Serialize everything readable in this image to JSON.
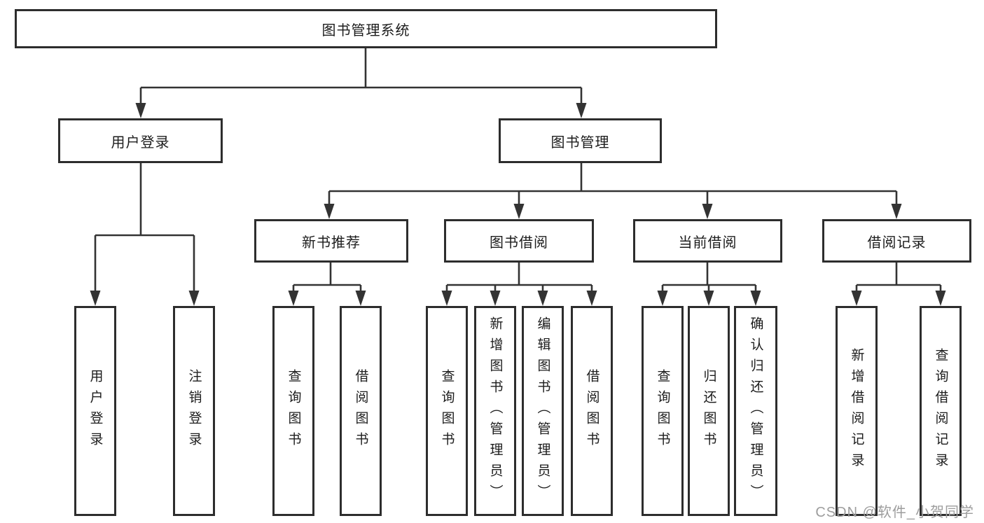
{
  "diagram_title": "图书管理系统",
  "colors": {
    "line": "#333333",
    "box_border": "#2d2d2d",
    "text": "#1c1c1c",
    "watermark": "#9d9d9d",
    "background": "#ffffff"
  },
  "tree": {
    "label": "图书管理系统",
    "children": [
      {
        "label": "用户登录",
        "children": [
          {
            "label": "用户登录"
          },
          {
            "label": "注销登录"
          }
        ]
      },
      {
        "label": "图书管理",
        "children": [
          {
            "label": "新书推荐",
            "children": [
              {
                "label": "查询图书"
              },
              {
                "label": "借阅图书"
              }
            ]
          },
          {
            "label": "图书借阅",
            "children": [
              {
                "label": "查询图书"
              },
              {
                "label": "新增图书（管理员）"
              },
              {
                "label": "编辑图书（管理员）"
              },
              {
                "label": "借阅图书"
              }
            ]
          },
          {
            "label": "当前借阅",
            "children": [
              {
                "label": "查询图书"
              },
              {
                "label": "归还图书"
              },
              {
                "label": "确认归还（管理员）"
              }
            ]
          },
          {
            "label": "借阅记录",
            "children": [
              {
                "label": "新增借阅记录"
              },
              {
                "label": "查询借阅记录"
              }
            ]
          }
        ]
      }
    ]
  },
  "watermark": {
    "text": "CSDN @软件_小贺同学"
  }
}
